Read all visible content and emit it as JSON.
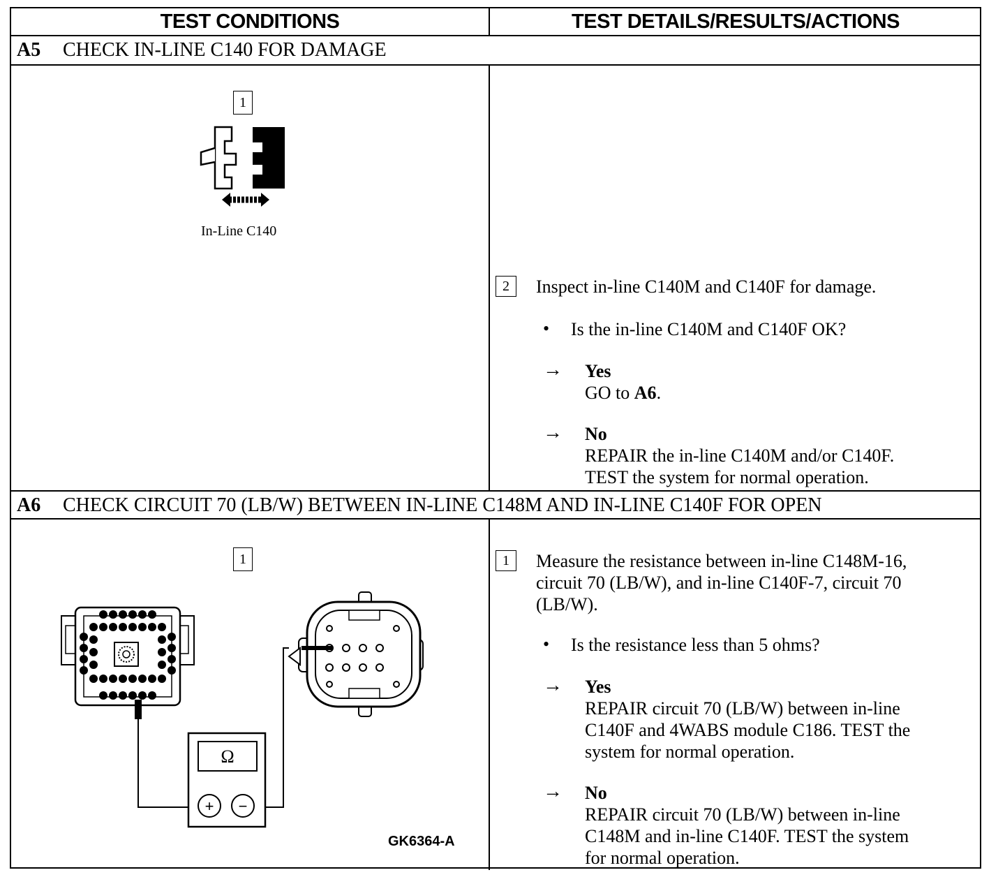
{
  "header": {
    "col1": "TEST CONDITIONS",
    "col2": "TEST DETAILS/RESULTS/ACTIONS"
  },
  "a5": {
    "code": "A5",
    "title": "CHECK IN-LINE C140 FOR DAMAGE",
    "figure_step": "1",
    "figure_caption": "In-Line C140",
    "step_number": "2",
    "instruction": "Inspect in-line C140M and C140F for damage.",
    "question": "Is the in-line C140M and C140F OK?",
    "yes_label": "Yes",
    "yes_action_prefix": "GO to ",
    "yes_action_target": "A6",
    "yes_action_suffix": ".",
    "no_label": "No",
    "no_action_line1": "REPAIR the in-line C140M and/or C140F.",
    "no_action_line2": "TEST the system for normal operation."
  },
  "a6": {
    "code": "A6",
    "title": "CHECK CIRCUIT 70 (LB/W) BETWEEN IN-LINE C148M AND IN-LINE C140F FOR OPEN",
    "figure_step": "1",
    "meter_symbol": "Ω",
    "plus_symbol": "+",
    "minus_symbol": "−",
    "figure_id": "GK6364-A",
    "step_number": "1",
    "instruction_line1": "Measure the resistance between in-line C148M-16,",
    "instruction_line2": "circuit 70 (LB/W), and in-line C140F-7, circuit 70",
    "instruction_line3": "(LB/W).",
    "question": "Is the resistance less than 5 ohms?",
    "yes_label": "Yes",
    "yes_action_line1": "REPAIR circuit 70 (LB/W) between in-line",
    "yes_action_line2": "C140F and 4WABS module C186. TEST the",
    "yes_action_line3": "system for normal operation.",
    "no_label": "No",
    "no_action_line1": "REPAIR circuit 70 (LB/W) between in-line",
    "no_action_line2": "C148M and in-line C140F. TEST the system",
    "no_action_line3": "for normal operation."
  },
  "symbols": {
    "bullet": "•",
    "arrow": "→"
  }
}
